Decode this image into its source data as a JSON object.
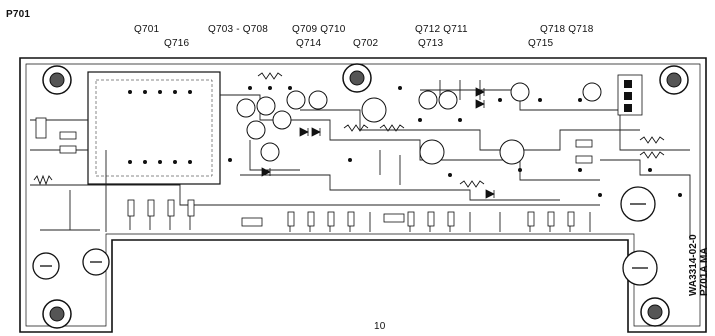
{
  "board_label": "P701",
  "labels": {
    "q701": "Q701",
    "q716": "Q716",
    "q703_708": "Q703 - Q708",
    "q709_q710": "Q709 Q710",
    "q714": "Q714",
    "q702": "Q702",
    "q712_q711": "Q712 Q711",
    "q713": "Q713",
    "q718_q718": "Q718 Q718",
    "q715": "Q715"
  },
  "page_number": "10",
  "side_text": {
    "line1": "WA3314-02-0",
    "line2": "P701A MA"
  }
}
